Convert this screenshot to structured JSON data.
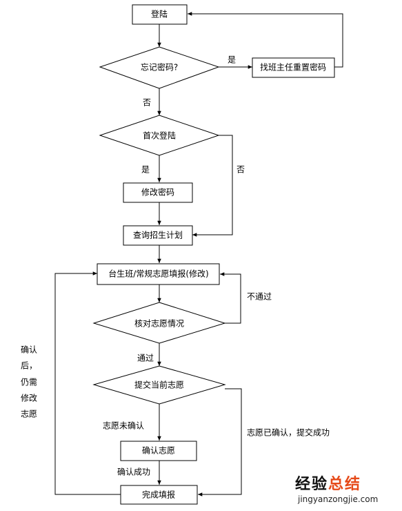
{
  "nodes": {
    "login": "登陆",
    "forgot_password": "忘记密码?",
    "reset_password": "找班主任重置密码",
    "first_login": "首次登陆",
    "change_password": "修改密码",
    "query_plan": "查询招生计划",
    "fill_application": "台生班/常规志愿填报(修改)",
    "check_application": "核对志愿情况",
    "submit_application": "提交当前志愿",
    "confirm_application": "确认志愿",
    "complete": "完成填报"
  },
  "edges": {
    "yes_reset": "是",
    "no_forgot": "否",
    "yes_first": "是",
    "no_first": "否",
    "not_passed": "不通过",
    "passed": "通过",
    "not_confirmed": "志愿未确认",
    "confirmed_success": "志愿已确认，提交成功",
    "confirm_success": "确认成功",
    "loop_back": [
      "确认",
      "后，",
      "仍需",
      "修改",
      "志愿"
    ]
  },
  "watermark": {
    "chars": [
      "经",
      "验",
      "总",
      "结"
    ],
    "colors": [
      "#111111",
      "#111111",
      "#e64a19",
      "#e64a19"
    ],
    "url": "jingyanzongjie.com"
  }
}
